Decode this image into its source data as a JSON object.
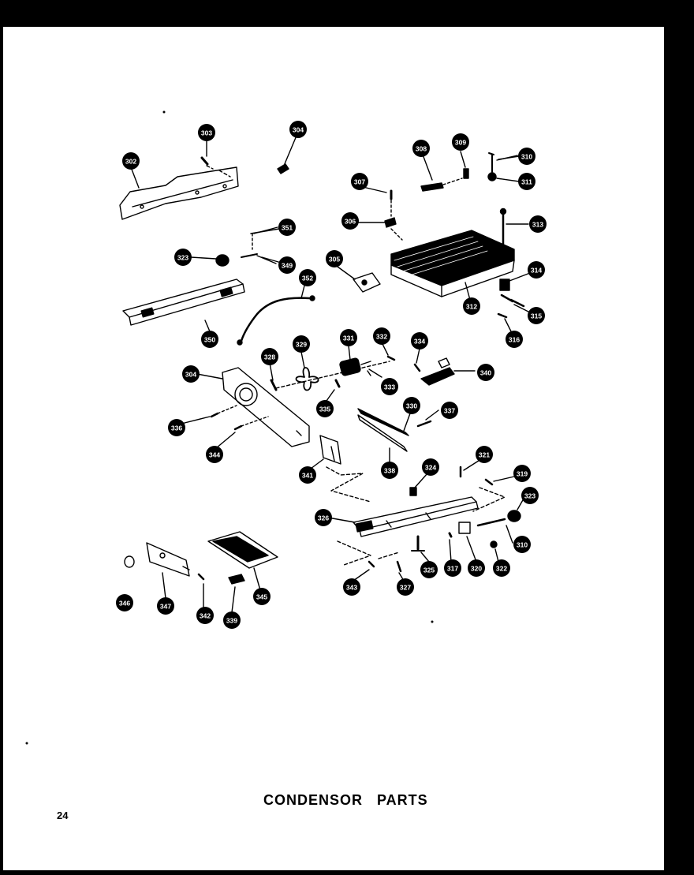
{
  "page": {
    "title": "CONDENSOR PARTS",
    "page_number": "24"
  },
  "callouts": [
    {
      "id": "c302",
      "label": "302"
    },
    {
      "id": "c303",
      "label": "303"
    },
    {
      "id": "c304a",
      "label": "304"
    },
    {
      "id": "c308",
      "label": "308"
    },
    {
      "id": "c309",
      "label": "309"
    },
    {
      "id": "c307",
      "label": "307"
    },
    {
      "id": "c310a",
      "label": "310"
    },
    {
      "id": "c311",
      "label": "311"
    },
    {
      "id": "c306",
      "label": "306"
    },
    {
      "id": "c313",
      "label": "313"
    },
    {
      "id": "c351",
      "label": "351"
    },
    {
      "id": "c323a",
      "label": "323"
    },
    {
      "id": "c349",
      "label": "349"
    },
    {
      "id": "c305",
      "label": "305"
    },
    {
      "id": "c314",
      "label": "314"
    },
    {
      "id": "c312",
      "label": "312"
    },
    {
      "id": "c315",
      "label": "315"
    },
    {
      "id": "c316",
      "label": "316"
    },
    {
      "id": "c350",
      "label": "350"
    },
    {
      "id": "c352",
      "label": "352"
    },
    {
      "id": "c328a",
      "label": "328"
    },
    {
      "id": "c329",
      "label": "329"
    },
    {
      "id": "c331",
      "label": "331"
    },
    {
      "id": "c332",
      "label": "332"
    },
    {
      "id": "c334",
      "label": "334"
    },
    {
      "id": "c304b",
      "label": "304"
    },
    {
      "id": "c333",
      "label": "333"
    },
    {
      "id": "c340",
      "label": "340"
    },
    {
      "id": "c335",
      "label": "335"
    },
    {
      "id": "c336",
      "label": "336"
    },
    {
      "id": "c330",
      "label": "330"
    },
    {
      "id": "c337",
      "label": "337"
    },
    {
      "id": "c344",
      "label": "344"
    },
    {
      "id": "c341",
      "label": "341"
    },
    {
      "id": "c338",
      "label": "338"
    },
    {
      "id": "c324",
      "label": "324"
    },
    {
      "id": "c321",
      "label": "321"
    },
    {
      "id": "c319",
      "label": "319"
    },
    {
      "id": "c323b",
      "label": "323"
    },
    {
      "id": "c326",
      "label": "326"
    },
    {
      "id": "c310b",
      "label": "310"
    },
    {
      "id": "c325",
      "label": "325"
    },
    {
      "id": "c317",
      "label": "317"
    },
    {
      "id": "c320",
      "label": "320"
    },
    {
      "id": "c322",
      "label": "322"
    },
    {
      "id": "c343",
      "label": "343"
    },
    {
      "id": "c327",
      "label": "327"
    },
    {
      "id": "c346",
      "label": "346"
    },
    {
      "id": "c347",
      "label": "347"
    },
    {
      "id": "c342",
      "label": "342"
    },
    {
      "id": "c339",
      "label": "339"
    },
    {
      "id": "c345",
      "label": "345"
    }
  ]
}
